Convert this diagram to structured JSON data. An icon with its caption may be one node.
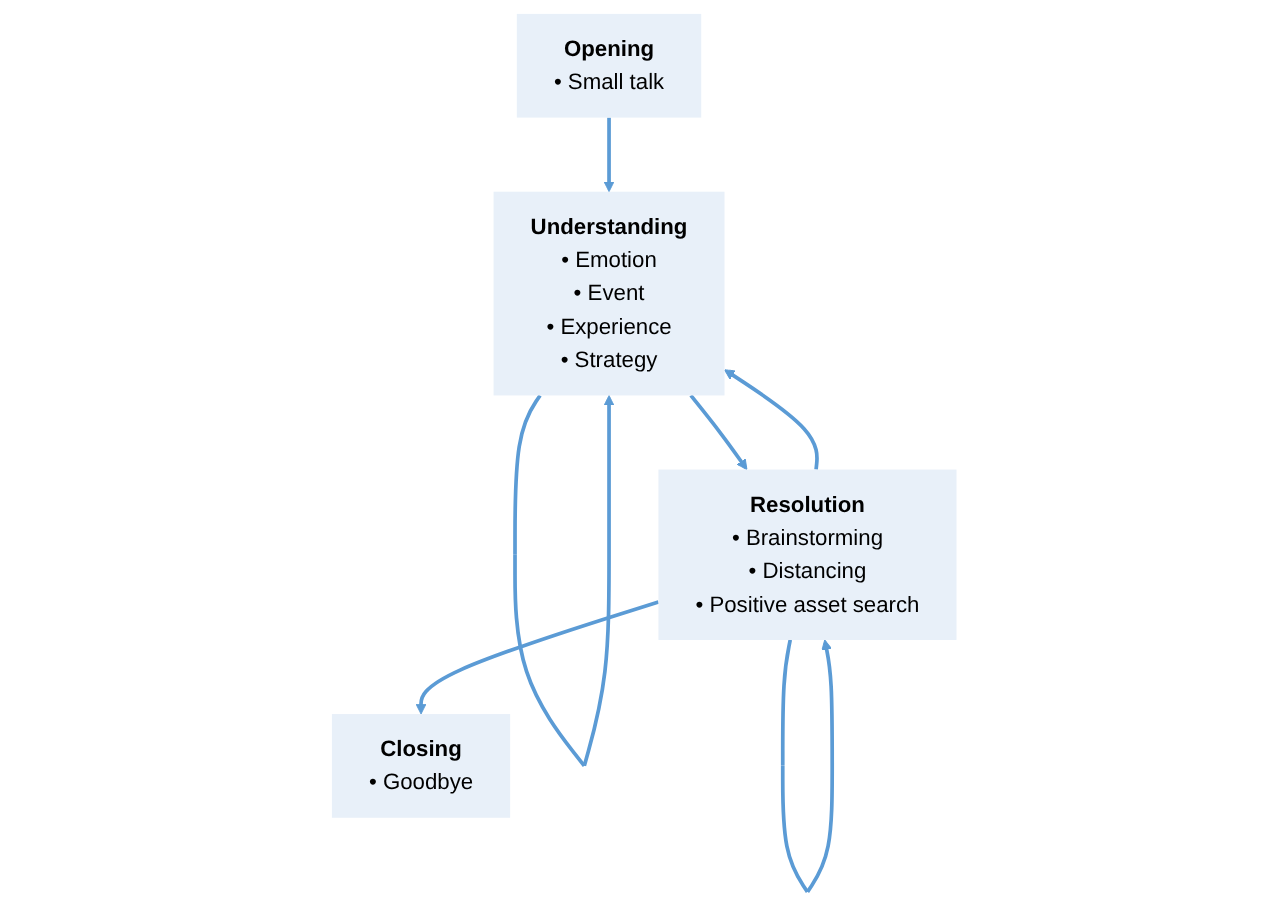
{
  "diagram": {
    "nodes": [
      {
        "text": [
          "Opening",
          "• Small talk"
        ]
      },
      {
        "text": [
          "Understanding",
          "• Emotion",
          "• Event",
          "• Experience",
          "• Strategy"
        ]
      },
      {
        "text": [
          "Closing",
          "• Goodbye"
        ]
      },
      {
        "text": [
          "Resolution",
          "• Brainstorming",
          "• Distancing",
          "• Positive asset search"
        ]
      }
    ],
    "edges": [
      {
        "from": 0,
        "to": 1,
        "arrow": "to"
      },
      {
        "from": 1,
        "to": 1,
        "arrow": "to"
      },
      {
        "from": 1,
        "to": 3,
        "arrow": "to"
      },
      {
        "from": 3,
        "to": 1,
        "arrow": "to"
      },
      {
        "from": 3,
        "to": 2,
        "arrow": "to"
      },
      {
        "from": 3,
        "to": 3,
        "arrow": "to"
      }
    ]
  }
}
